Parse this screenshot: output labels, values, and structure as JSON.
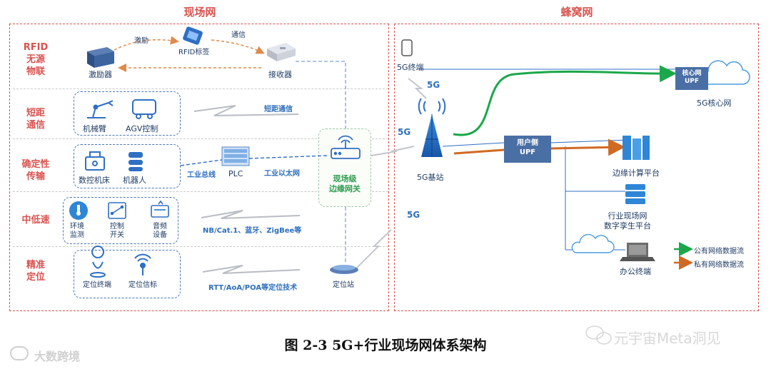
{
  "regions": {
    "field": {
      "title": "现场网"
    },
    "cellular": {
      "title": "蜂窝网"
    }
  },
  "rows": [
    {
      "label": "RFID\n无源\n物联"
    },
    {
      "label": "短距\n通信"
    },
    {
      "label": "确定性\n传输"
    },
    {
      "label": "中低速"
    },
    {
      "label": "精准\n定位"
    }
  ],
  "rfid": {
    "exciter": "激励器",
    "tag": "RFID标签",
    "receiver": "接收器",
    "excite_arrow": "激励",
    "comm_arrow": "通信"
  },
  "short_range": {
    "arm": "机械臂",
    "agv": "AGV控制",
    "link": "短距通信"
  },
  "deterministic": {
    "cnc": "数控机床",
    "robot": "机器人",
    "bus": "工业总线",
    "plc": "PLC",
    "ethernet": "工业以太网"
  },
  "low_speed": {
    "env": "环境\n监测",
    "switch": "控制\n开关",
    "audio": "音频\n设备",
    "link": "NB/Cat.1、蓝牙、ZigBee等"
  },
  "positioning": {
    "terminal": "定位终端",
    "beacon": "定位信标",
    "link": "RTT/AoA/POA等定位技术",
    "station": "定位站"
  },
  "gateway": {
    "label": "现场级\n边缘网关"
  },
  "cell": {
    "terminal": "5G终端",
    "tag5g": "5G",
    "base_station": "5G基站",
    "user_upf": "用户侧\nUPF",
    "core_upf": "核心网\nUPF",
    "core_network": "5G核心网",
    "edge_platform": "边缘计算平台",
    "twin_platform": "行业现场网\n数字孪生平台",
    "office": "办公终端"
  },
  "legend": [
    {
      "label": "公有网络数据流",
      "color": "#1aa84a"
    },
    {
      "label": "私有网络数据流",
      "color": "#d06a23"
    }
  ],
  "caption": "图 2-3 5G+行业现场网体系架构",
  "watermarks": {
    "right": "元宇宙Meta洞见",
    "left": "大数跨境"
  }
}
